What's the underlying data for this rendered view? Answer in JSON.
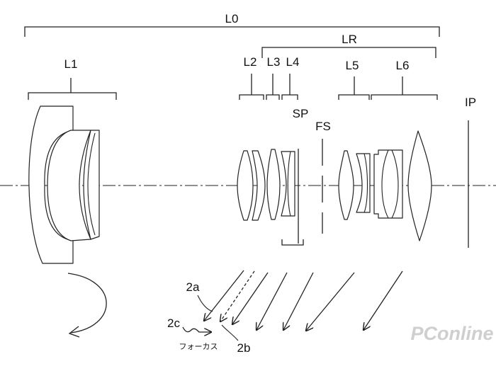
{
  "labels": {
    "L0": "L0",
    "LR": "LR",
    "L1": "L1",
    "L2": "L2",
    "L3": "L3",
    "L4": "L4",
    "L5": "L5",
    "L6": "L6",
    "SP": "SP",
    "FS": "FS",
    "IP": "IP",
    "a2": "2a",
    "b2": "2b",
    "c2": "2c",
    "focus": "フォーカス"
  },
  "watermark": "PConline",
  "colors": {
    "line": "#222222",
    "text": "#111111",
    "watermark": "#cfcfcf"
  }
}
